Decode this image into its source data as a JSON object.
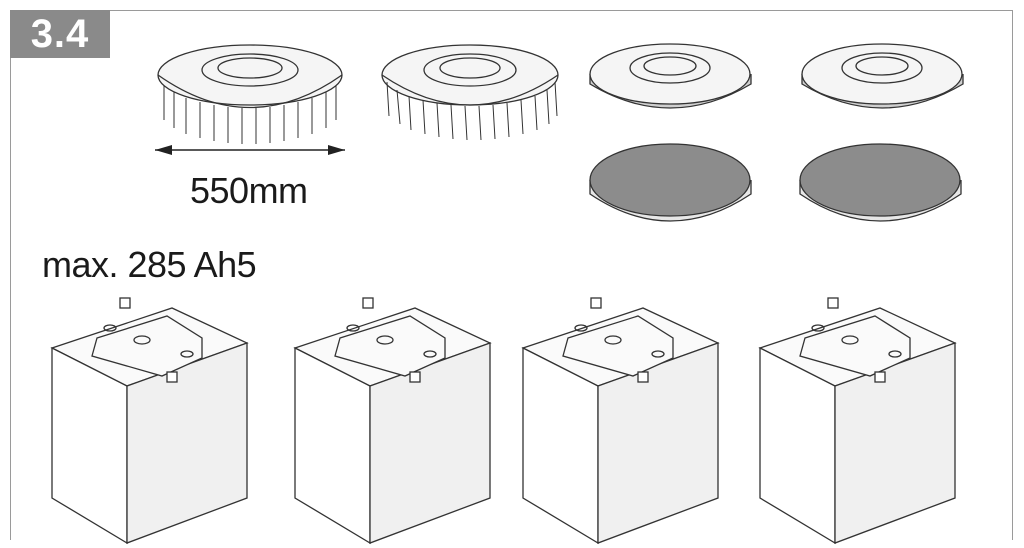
{
  "section": {
    "number": "3.4"
  },
  "brush": {
    "diameter_label": "550mm"
  },
  "battery": {
    "capacity_label": "max. 285 Ah5"
  },
  "icons": [
    "brush-head-icon",
    "pad-drive-icon",
    "pad-disc-icon",
    "battery-cell-icon"
  ]
}
